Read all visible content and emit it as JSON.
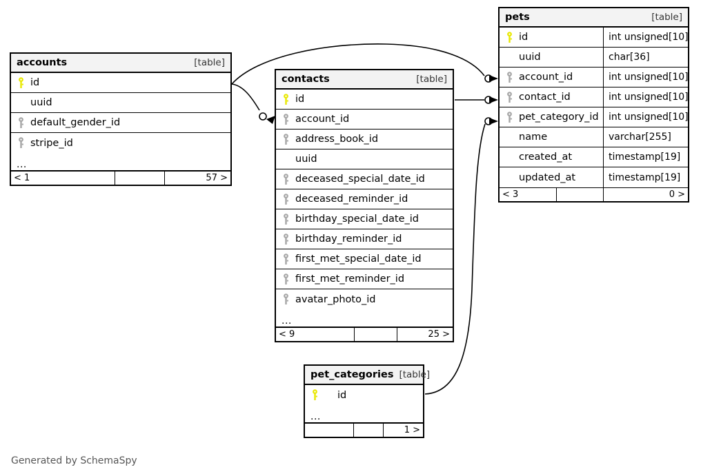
{
  "diagram": {
    "caption": "Generated by SchemaSpy",
    "table_tag": "[table]",
    "ellipsis": "...",
    "key_icons": {
      "primary": "primary-key-icon",
      "foreign": "foreign-key-icon"
    },
    "colors": {
      "primary_key": "#e8e800",
      "foreign_key": "#a6a6a6",
      "header_bg": "#f3f3f3",
      "border": "#000000",
      "caption": "#555555"
    }
  },
  "tables": {
    "accounts": {
      "name": "accounts",
      "tag": "[table]",
      "columns": [
        {
          "name": "id",
          "key": "primary",
          "type": ""
        },
        {
          "name": "uuid",
          "key": "none",
          "type": ""
        },
        {
          "name": "default_gender_id",
          "key": "foreign",
          "type": ""
        },
        {
          "name": "stripe_id",
          "key": "foreign",
          "type": ""
        }
      ],
      "more": "...",
      "footer": {
        "left": "< 1",
        "mid": "",
        "right": "57 >"
      }
    },
    "contacts": {
      "name": "contacts",
      "tag": "[table]",
      "columns": [
        {
          "name": "id",
          "key": "primary",
          "type": ""
        },
        {
          "name": "account_id",
          "key": "foreign",
          "type": ""
        },
        {
          "name": "address_book_id",
          "key": "foreign",
          "type": ""
        },
        {
          "name": "uuid",
          "key": "none",
          "type": ""
        },
        {
          "name": "deceased_special_date_id",
          "key": "foreign",
          "type": ""
        },
        {
          "name": "deceased_reminder_id",
          "key": "foreign",
          "type": ""
        },
        {
          "name": "birthday_special_date_id",
          "key": "foreign",
          "type": ""
        },
        {
          "name": "birthday_reminder_id",
          "key": "foreign",
          "type": ""
        },
        {
          "name": "first_met_special_date_id",
          "key": "foreign",
          "type": ""
        },
        {
          "name": "first_met_reminder_id",
          "key": "foreign",
          "type": ""
        },
        {
          "name": "avatar_photo_id",
          "key": "foreign",
          "type": ""
        }
      ],
      "more": "...",
      "footer": {
        "left": "< 9",
        "mid": "",
        "right": "25 >"
      }
    },
    "pets": {
      "name": "pets",
      "tag": "[table]",
      "columns": [
        {
          "name": "id",
          "key": "primary",
          "type": "int unsigned[10]"
        },
        {
          "name": "uuid",
          "key": "none",
          "type": "char[36]"
        },
        {
          "name": "account_id",
          "key": "foreign",
          "type": "int unsigned[10]"
        },
        {
          "name": "contact_id",
          "key": "foreign",
          "type": "int unsigned[10]"
        },
        {
          "name": "pet_category_id",
          "key": "foreign",
          "type": "int unsigned[10]"
        },
        {
          "name": "name",
          "key": "none",
          "type": "varchar[255]"
        },
        {
          "name": "created_at",
          "key": "none",
          "type": "timestamp[19]"
        },
        {
          "name": "updated_at",
          "key": "none",
          "type": "timestamp[19]"
        }
      ],
      "more": "",
      "footer": {
        "left": "< 3",
        "mid": "",
        "right": "0 >"
      }
    },
    "pet_categories": {
      "name": "pet_categories",
      "tag": "[table]",
      "columns": [
        {
          "name": "id",
          "key": "primary",
          "type": ""
        }
      ],
      "more": "...",
      "footer": {
        "left": "",
        "mid": "",
        "right": "1 >"
      }
    }
  },
  "relationships": [
    {
      "from": "accounts.id",
      "to": "contacts.account_id"
    },
    {
      "from": "accounts.id",
      "to": "pets.account_id"
    },
    {
      "from": "contacts.id",
      "to": "pets.contact_id"
    },
    {
      "from": "pet_categories.id",
      "to": "pets.pet_category_id"
    }
  ]
}
